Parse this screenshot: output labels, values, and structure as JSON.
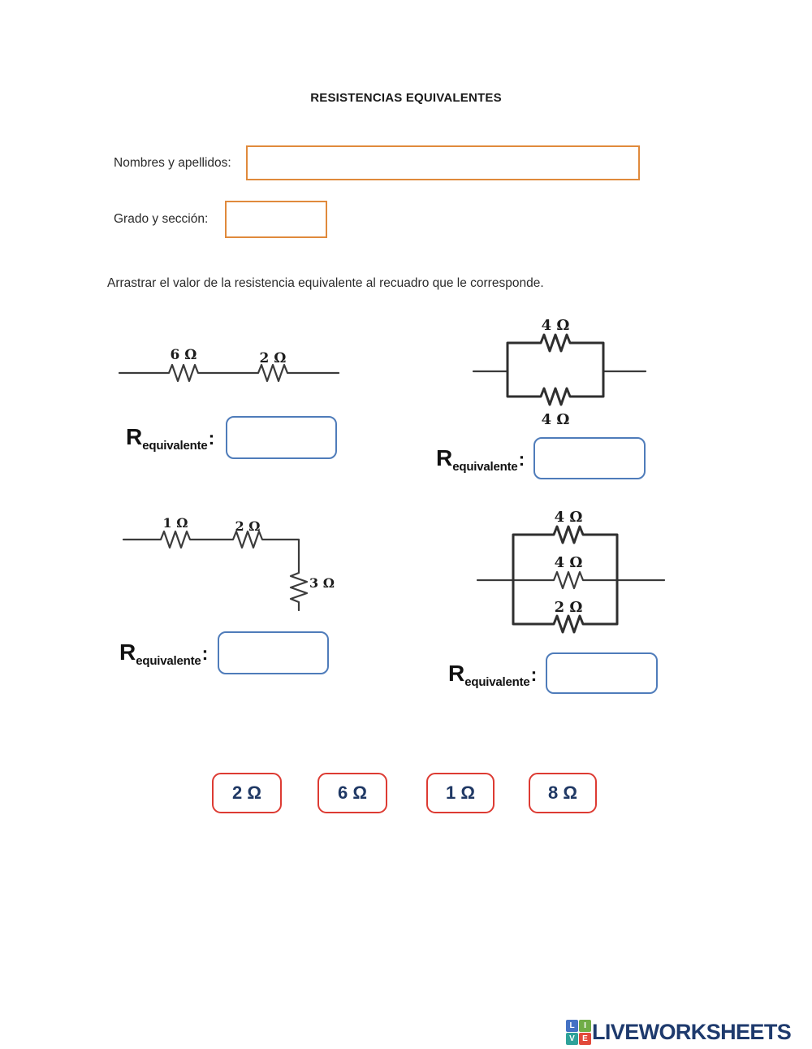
{
  "title": "RESISTENCIAS EQUIVALENTES",
  "form": {
    "name_label": "Nombres y apellidos:",
    "name_value": "",
    "grade_label": "Grado y sección:",
    "grade_value": ""
  },
  "instruction": "Arrastrar el valor de la resistencia equivalente al recuadro que le corresponde.",
  "answer_label": {
    "base": "R",
    "sub": "equivalente",
    "colon": ":"
  },
  "circuits": [
    {
      "name": "series-6-2",
      "type": "series",
      "labels": [
        "6 Ω",
        "2 Ω"
      ],
      "answer_value": ""
    },
    {
      "name": "parallel-4-4",
      "type": "parallel",
      "labels": [
        "4 Ω",
        "4 Ω"
      ],
      "answer_value": ""
    },
    {
      "name": "series-1-2-with-branch-3",
      "type": "series-with-vertical-branch",
      "labels": [
        "1 Ω",
        "2 Ω",
        "3 Ω"
      ],
      "answer_value": ""
    },
    {
      "name": "parallel-4-4-2",
      "type": "parallel",
      "labels": [
        "4 Ω",
        "4 Ω",
        "2 Ω"
      ],
      "answer_value": ""
    }
  ],
  "options": [
    {
      "label": "2 Ω"
    },
    {
      "label": "6 Ω"
    },
    {
      "label": "1 Ω"
    },
    {
      "label": "8 Ω"
    }
  ],
  "logo": {
    "text": "LIVEWORKSHEETS",
    "tiles": [
      {
        "letter": "L",
        "color": "#4472C4"
      },
      {
        "letter": "I",
        "color": "#70AD47"
      },
      {
        "letter": "V",
        "color": "#2EA29A"
      },
      {
        "letter": "E",
        "color": "#E2493B"
      }
    ]
  },
  "colors": {
    "orange_border": "#E08A3C",
    "blue_border": "#4F7CBA",
    "red_border": "#DD3B33",
    "navy_text": "#1F3864",
    "wire": "#3B3B3B",
    "logo_navy": "#1E3A6D"
  }
}
